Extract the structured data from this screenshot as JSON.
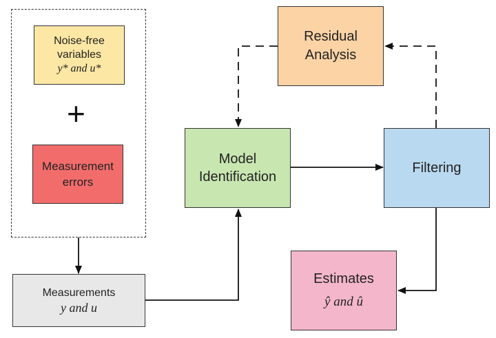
{
  "colors": {
    "noise_free": "#fde7a4",
    "errors": "#f26c6c",
    "measurements": "#e8e8e8",
    "model_identification": "#c8e6b0",
    "residual_analysis": "#fbd3a5",
    "filtering": "#b9d9f0",
    "estimates": "#f3b6cb"
  },
  "nodes": {
    "noise_free": {
      "line1": "Noise-free",
      "line2": "variables",
      "math": "y* and u*"
    },
    "plus": "+",
    "errors": {
      "line1": "Measurement",
      "line2": "errors"
    },
    "measurements": {
      "label": "Measurements",
      "math": "y and u"
    },
    "model_identification": {
      "line1": "Model",
      "line2": "Identification"
    },
    "residual_analysis": {
      "line1": "Residual",
      "line2": "Analysis"
    },
    "filtering": {
      "label": "Filtering"
    },
    "estimates": {
      "label": "Estimates",
      "math": "ŷ and û"
    }
  }
}
